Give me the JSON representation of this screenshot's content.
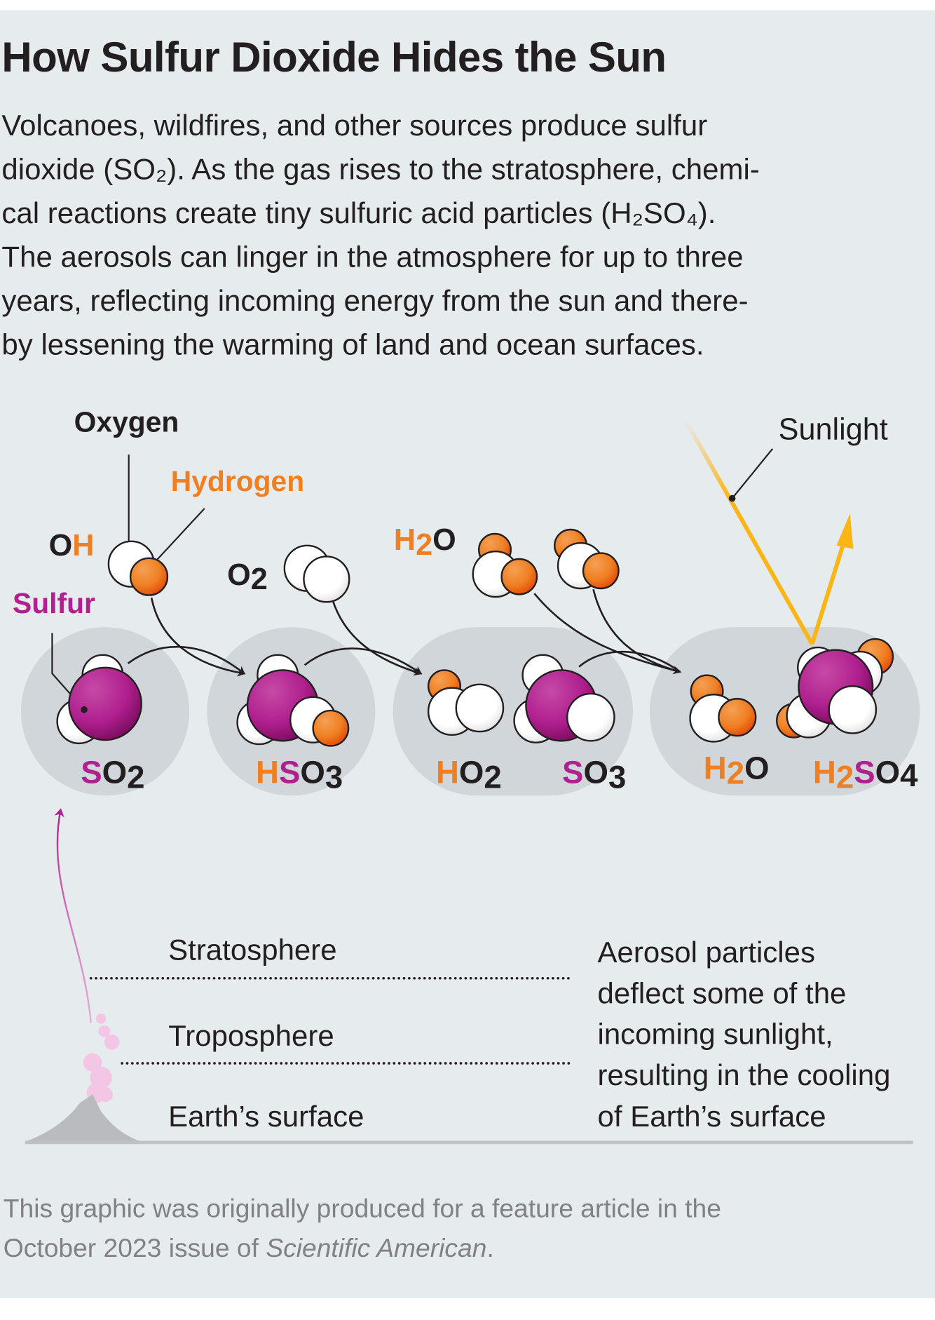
{
  "title": "How Sulfur Dioxide Hides the Sun",
  "intro_lines": [
    "Volcanoes, wildfires, and other sources produce sulfur",
    "dioxide (SO₂). As the gas rises to the stratosphere, chemi-",
    "cal reactions create tiny sulfuric acid particles (H₂SO₄).",
    "The aerosols can linger in the atmosphere for up to three",
    "years, reflecting incoming energy from the sun and there-",
    "by lessening the warming of land and ocean surfaces."
  ],
  "legend": {
    "oxygen": "Oxygen",
    "hydrogen": "Hydrogen",
    "sulfur": "Sulfur",
    "sunlight": "Sunlight"
  },
  "reactants": {
    "oh": {
      "o": "O",
      "h": "H"
    },
    "o2": {
      "o": "O",
      "sub": "2"
    },
    "h2o": {
      "h": "H",
      "sub": "2",
      "o": "O"
    }
  },
  "products": {
    "so2": {
      "s": "S",
      "o": "O",
      "sub": "2"
    },
    "hso3": {
      "h": "H",
      "s": "S",
      "o": "O",
      "sub": "3"
    },
    "ho2": {
      "h": "H",
      "o": "O",
      "sub": "2"
    },
    "so3": {
      "s": "S",
      "o": "O",
      "sub": "3"
    },
    "h2o": {
      "h": "H",
      "sub": "2",
      "o": "O"
    },
    "h2so4": {
      "h": "H",
      "sub1": "2",
      "s": "S",
      "o": "O",
      "sub2": "4"
    }
  },
  "layers": {
    "stratosphere": "Stratosphere",
    "troposphere": "Troposphere",
    "surface": "Earth’s surface"
  },
  "note_lines": [
    "Aerosol particles",
    "deflect some of the",
    "incoming sunlight,",
    "resulting in the cooling",
    "of Earth’s surface"
  ],
  "footer": {
    "line1": "This graphic was originally produced for a feature article in the",
    "line2_prefix": "October 2023 issue of ",
    "line2_italic": "Scientific American",
    "line2_suffix": "."
  },
  "colors": {
    "background": "#e6ebee",
    "sulfur": "#b0208f",
    "hydrogen": "#f07f22",
    "oxygen": "#ffffff",
    "sunlight": "#fbb515",
    "text": "#231f20",
    "footer": "#808085"
  }
}
